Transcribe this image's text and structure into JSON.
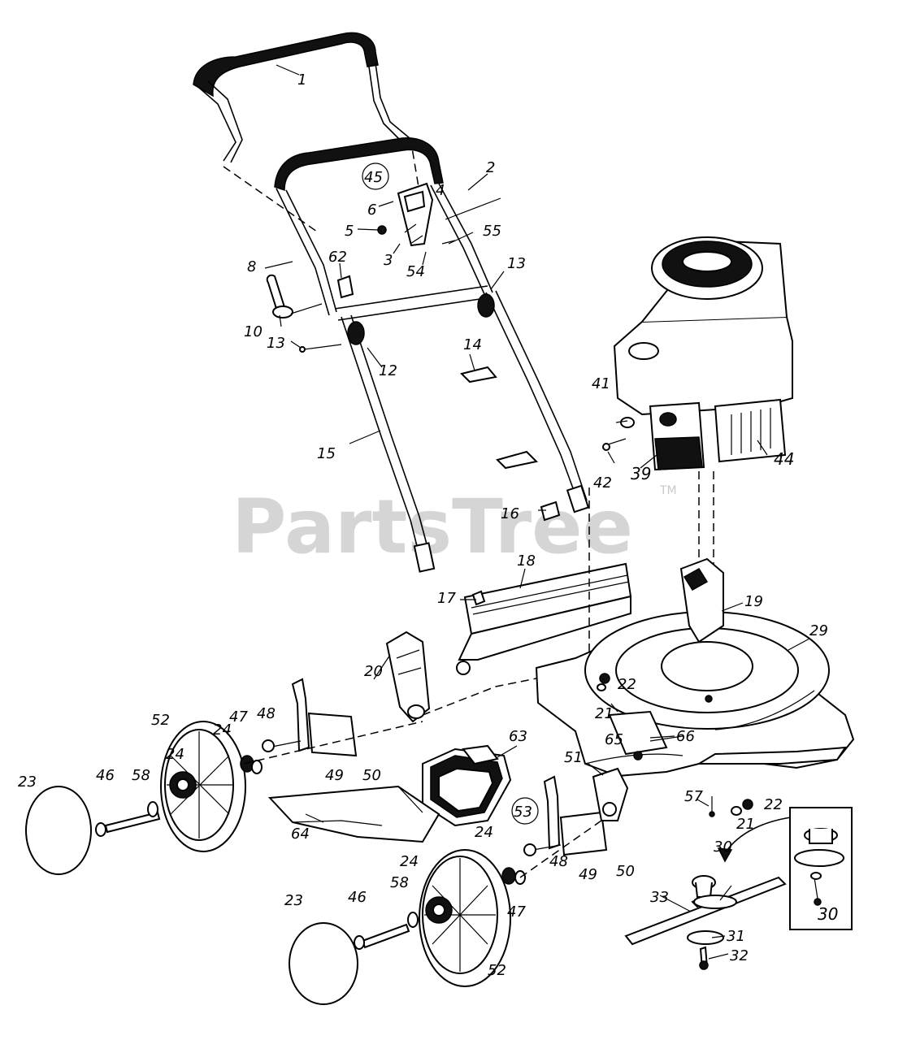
{
  "watermark": {
    "brand": "PartsTree",
    "trademark": "TM"
  },
  "callouts": {
    "c1": "1",
    "c2": "2",
    "c3": "3",
    "c4": "4",
    "c5": "5",
    "c6": "6",
    "c8": "8",
    "c10": "10",
    "c12": "12",
    "c13a": "13",
    "c13b": "13",
    "c14": "14",
    "c15": "15",
    "c16": "16",
    "c17": "17",
    "c18": "18",
    "c19": "19",
    "c20": "20",
    "c21a": "21",
    "c21b": "21",
    "c22a": "22",
    "c22b": "22",
    "c23a": "23",
    "c23b": "23",
    "c24a": "24",
    "c24b": "24",
    "c24c": "24",
    "c24d": "24",
    "c29": "29",
    "c30a": "30",
    "c30b": "30",
    "c31": "31",
    "c32": "32",
    "c33": "33",
    "c39": "39",
    "c41": "41",
    "c42": "42",
    "c44": "44",
    "c45": "45",
    "c46a": "46",
    "c46b": "46",
    "c47a": "47",
    "c47b": "47",
    "c48a": "48",
    "c48b": "48",
    "c49a": "49",
    "c49b": "49",
    "c50a": "50",
    "c50b": "50",
    "c51": "51",
    "c52a": "52",
    "c52b": "52",
    "c53": "53",
    "c54": "54",
    "c55": "55",
    "c57": "57",
    "c58a": "58",
    "c58b": "58",
    "c62": "62",
    "c63": "63",
    "c64": "64",
    "c65": "65",
    "c66": "66"
  }
}
